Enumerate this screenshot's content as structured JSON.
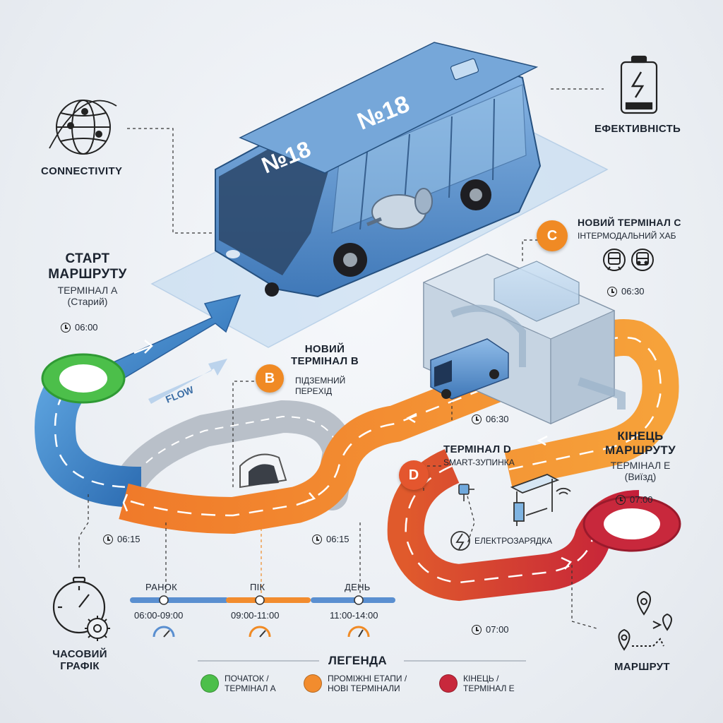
{
  "bus": {
    "number_label": "№18"
  },
  "flow_label": "FLOW",
  "colors": {
    "green": "#4cbf4a",
    "blue": "#3d7fc4",
    "orange": "#f28c2e",
    "red": "#c8283c",
    "accent_badge": "#f08a24",
    "badge_d": "#e4562e"
  },
  "top_left": {
    "title": "CONNECTIVITY",
    "icon": "globe-icon"
  },
  "top_right": {
    "title": "ЕФЕКТИВНІСТЬ",
    "icon": "battery-icon"
  },
  "start": {
    "title_line1": "СТАРТ",
    "title_line2": "МАРШРУТУ",
    "sub1": "ТЕРМІНАЛ А",
    "sub2": "(Старий)",
    "time": "06:00"
  },
  "terminal_b": {
    "badge": "B",
    "title_line1": "НОВИЙ",
    "title_line2": "ТЕРМІНАЛ B",
    "sub1": "ПІДЗЕМНИЙ",
    "sub2": "ПЕРЕХІД"
  },
  "terminal_c": {
    "badge": "C",
    "title": "НОВИЙ ТЕРМІНАЛ C",
    "sub": "ІНТЕРМОДАЛЬНИЙ ХАБ",
    "time": "06:30",
    "icons": [
      "train-icon",
      "bus-icon"
    ]
  },
  "terminal_d": {
    "badge": "D",
    "title": "ТЕРМІНАЛ D",
    "sub": "SMART-ЗУПИНКА",
    "charge_label": "ЕЛЕКТРОЗАРЯДКА"
  },
  "end": {
    "title_line1": "КІНЕЦЬ",
    "title_line2": "МАРШРУТУ",
    "sub1": "ТЕРМІНАЛ E",
    "sub2": "(Виїзд)",
    "time": "07:00"
  },
  "times": {
    "t_0615_left": "06:15",
    "t_0615_mid": "06:15",
    "t_0630_mid": "06:30",
    "t_0700_bottom": "07:00"
  },
  "schedule": {
    "title_line1": "ЧАСОВИЙ",
    "title_line2": "ГРАФІК",
    "periods": [
      {
        "name": "РАНОК",
        "range": "06:00-09:00"
      },
      {
        "name": "ПІК",
        "range": "09:00-11:00"
      },
      {
        "name": "ДЕНЬ",
        "range": "11:00-14:00"
      }
    ]
  },
  "route": {
    "title": "МАРШРУТ",
    "icon": "route-pins-icon"
  },
  "legend": {
    "title": "ЛЕГЕНДА",
    "items": [
      {
        "line1": "ПОЧАТОК /",
        "line2": "ТЕРМІНАЛ А",
        "color": "#4cbf4a"
      },
      {
        "line1": "ПРОМІЖНІ ЕТАПИ /",
        "line2": "НОВІ ТЕРМІНАЛИ",
        "color": "#f28c2e"
      },
      {
        "line1": "КІНЕЦЬ /",
        "line2": "ТЕРМІНАЛ E",
        "color": "#c8283c"
      }
    ]
  }
}
